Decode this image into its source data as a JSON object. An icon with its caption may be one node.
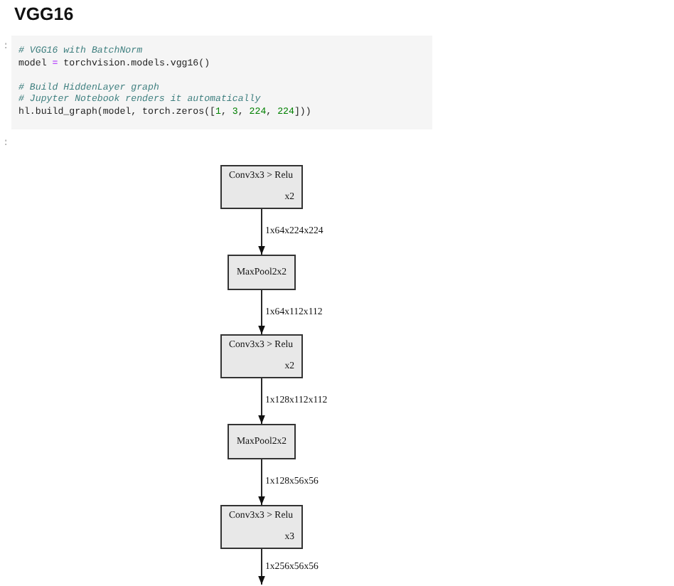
{
  "diagram": {
    "title": "VGG16",
    "nodes": [
      {
        "text": [
          "# VGG16 with BatchNorm",
          "model = torchvision.models.vgg16()",
          "# Build HiddenLayer graph",
          "# Jupyter Notebook renders it automatically",
          "hl.build_graph(model, torch.zeros([1, 3, 224, 224]))"
        ]
      },
      {
        "text": [
          "Conv3x3 > Relu",
          "x2"
        ]
      },
      {
        "text": [
          "MaxPool2x2"
        ]
      },
      {
        "text": [
          "Conv3x3 > Relu",
          "x2"
        ]
      },
      {
        "text": [
          "MaxPool2x2"
        ]
      },
      {
        "text": [
          "Conv3x3 > Relu",
          "x3"
        ]
      }
    ],
    "edges": [
      {
        "from": 1,
        "to": 2,
        "arrow": "to",
        "label": "1x64x224x224"
      },
      {
        "from": 2,
        "to": 3,
        "arrow": "to",
        "label": "1x64x112x112"
      },
      {
        "from": 3,
        "to": 4,
        "arrow": "to",
        "label": "1x128x112x112"
      },
      {
        "from": 4,
        "to": 5,
        "arrow": "to",
        "label": "1x128x56x56"
      },
      {
        "from": 5,
        "to": null,
        "arrow": "to",
        "label": "1x256x56x56"
      }
    ],
    "labels": [
      ":",
      ":"
    ]
  }
}
